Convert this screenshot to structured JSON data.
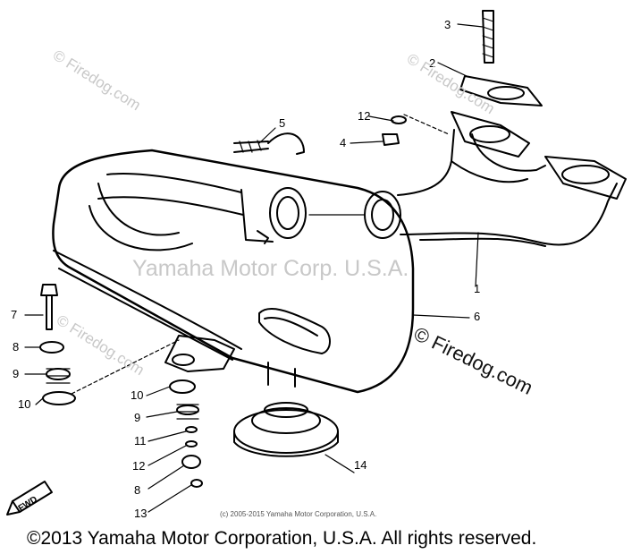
{
  "watermarks": {
    "center": "Yamaha Motor Corp. U.S.A.",
    "site_tl": "© Firedog.com",
    "site_tr": "© Firedog.com",
    "site_ml": "© Firedog.com",
    "site_br": "© Firedog.com"
  },
  "callouts": [
    "1",
    "2",
    "3",
    "4",
    "5",
    "6",
    "7",
    "8",
    "9",
    "10",
    "11",
    "12",
    "13",
    "14"
  ],
  "left_labels": [
    "7",
    "8",
    "9",
    "10"
  ],
  "mid_labels": [
    "10",
    "9",
    "11",
    "12",
    "8",
    "13"
  ],
  "fwd_label": "FWD",
  "copyright_small": "(c) 2005-2015 Yamaha Motor Corporation, U.S.A.",
  "copyright_main": "©2013 Yamaha Motor Corporation, U.S.A. All rights reserved."
}
